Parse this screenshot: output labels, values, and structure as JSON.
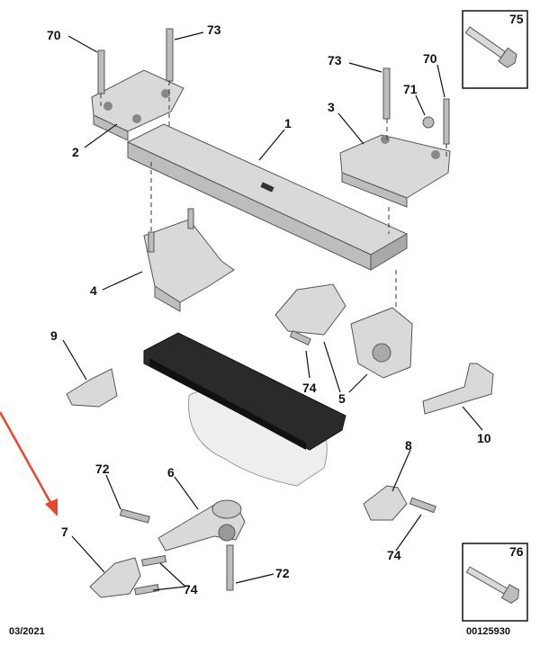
{
  "labels": {
    "l70a": "70",
    "l73a": "73",
    "l2": "2",
    "l1": "1",
    "l73b": "73",
    "l70b": "70",
    "l71": "71",
    "l3": "3",
    "l75": "75",
    "l4": "4",
    "l9": "9",
    "l74a": "74",
    "l5": "5",
    "l10": "10",
    "l8": "8",
    "l72a": "72",
    "l6": "6",
    "l7": "7",
    "l74b": "74",
    "l72b": "72",
    "l74c": "74",
    "l76": "76"
  },
  "footer": {
    "date": "03/2021",
    "reference": "00125930"
  },
  "colors": {
    "arrow": "#e8472b",
    "text": "#111111"
  }
}
